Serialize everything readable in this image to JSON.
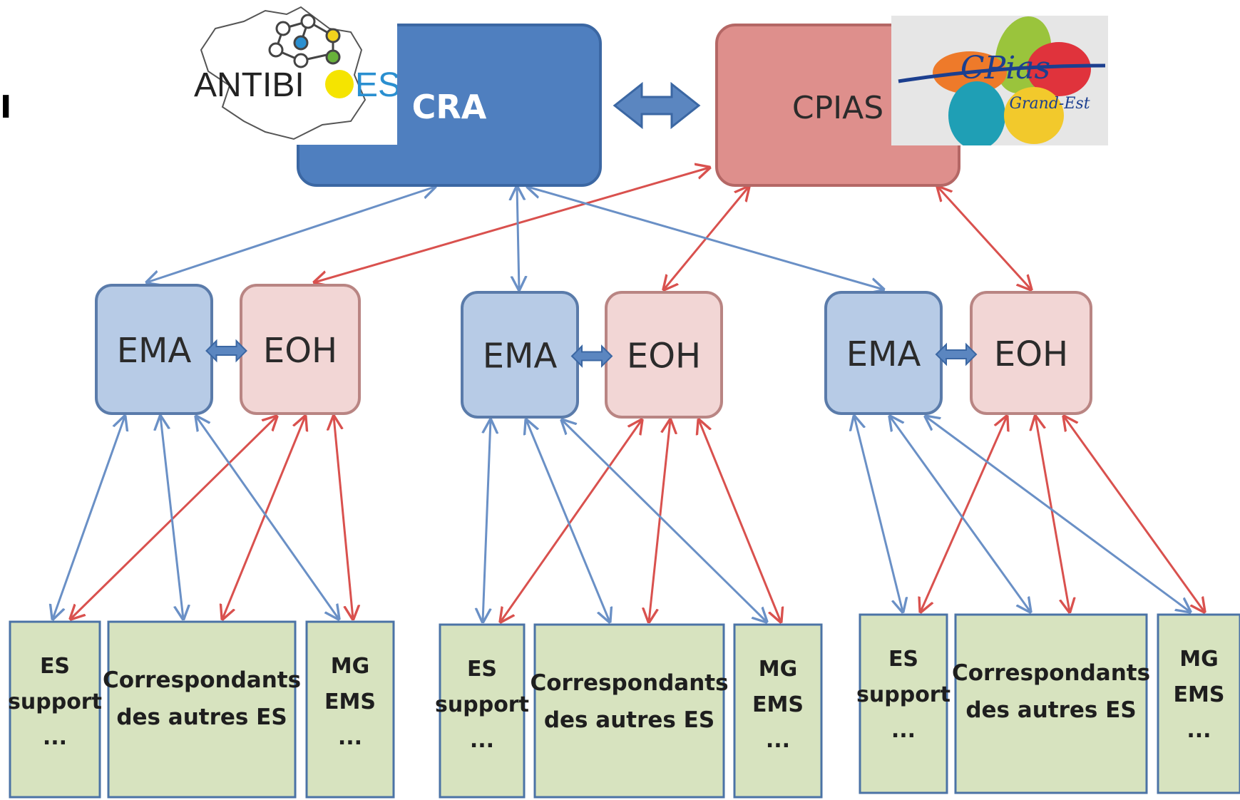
{
  "colors": {
    "blue_dark": "#4f7fbf",
    "blue_dark_border": "#3b67a3",
    "red_dark": "#de8f8c",
    "red_dark_border": "#b46765",
    "blue_light": "#b7cbe6",
    "blue_light_border": "#5a7baa",
    "red_light": "#f2d6d5",
    "red_light_border": "#b98583",
    "green_light": "#d7e3bf",
    "green_border": "#4b73a6",
    "arrow_blue": "#6a90c6",
    "arrow_red": "#d9514e"
  },
  "edge_mark": "I",
  "logos": {
    "antibioest": {
      "text_before": "ANTIBI",
      "text_after": "EST"
    },
    "cpias": {
      "title": "CPias",
      "subtitle": "Grand-Est"
    }
  },
  "top": {
    "cra": "CRA",
    "cpias": "CPIAS"
  },
  "groups": [
    {
      "ema": "EMA",
      "eoh": "EOH",
      "leaves": [
        {
          "lines": [
            "ES",
            "support",
            "..."
          ]
        },
        {
          "lines": [
            "Correspondants",
            "des autres ES"
          ]
        },
        {
          "lines": [
            "MG",
            "EMS",
            "..."
          ]
        }
      ]
    },
    {
      "ema": "EMA",
      "eoh": "EOH",
      "leaves": [
        {
          "lines": [
            "ES",
            "support",
            "..."
          ]
        },
        {
          "lines": [
            "Correspondants",
            "des autres ES"
          ]
        },
        {
          "lines": [
            "MG",
            "EMS",
            "..."
          ]
        }
      ]
    },
    {
      "ema": "EMA",
      "eoh": "EOH",
      "leaves": [
        {
          "lines": [
            "ES",
            "support",
            "..."
          ]
        },
        {
          "lines": [
            "Correspondants",
            "des autres ES"
          ]
        },
        {
          "lines": [
            "MG",
            "EMS",
            "..."
          ]
        }
      ]
    }
  ]
}
